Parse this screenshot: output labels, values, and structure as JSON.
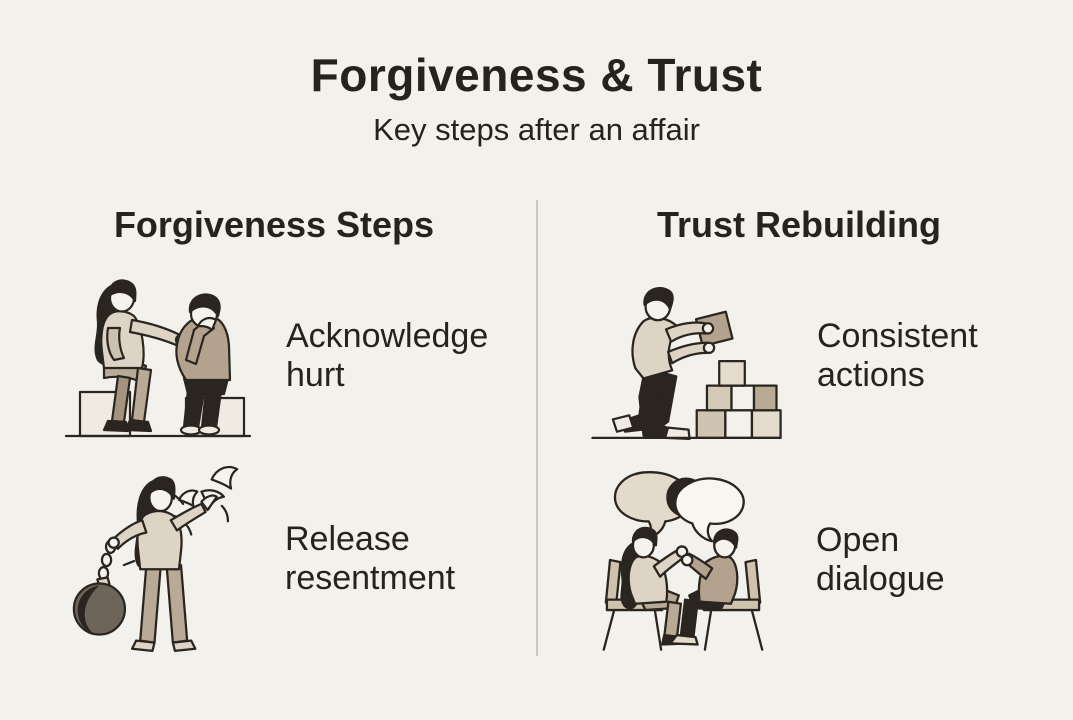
{
  "header": {
    "title": "Forgiveness & Trust",
    "subtitle": "Key steps after an affair"
  },
  "columns": [
    {
      "heading": "Forgiveness Steps",
      "items": [
        {
          "label": "Acknowledge\nhurt",
          "illustration": "comforting-couple-illustration"
        },
        {
          "label": "Release\nresentment",
          "illustration": "woman-releasing-ball-and-chain-illustration"
        }
      ]
    },
    {
      "heading": "Trust Rebuilding",
      "items": [
        {
          "label": "Consistent\nactions",
          "illustration": "man-stacking-blocks-illustration"
        },
        {
          "label": "Open\ndialogue",
          "illustration": "couple-in-dialogue-illustration"
        }
      ]
    }
  ],
  "colors": {
    "background": "#f3f1ec",
    "text": "#26221e",
    "divider": "#cbc8c1",
    "ink_outline": "#2a251f",
    "beige_light": "#ddd4c6",
    "taupe": "#b3a28e",
    "cream": "#f6f3ec",
    "ball_gray": "#6e655a"
  }
}
